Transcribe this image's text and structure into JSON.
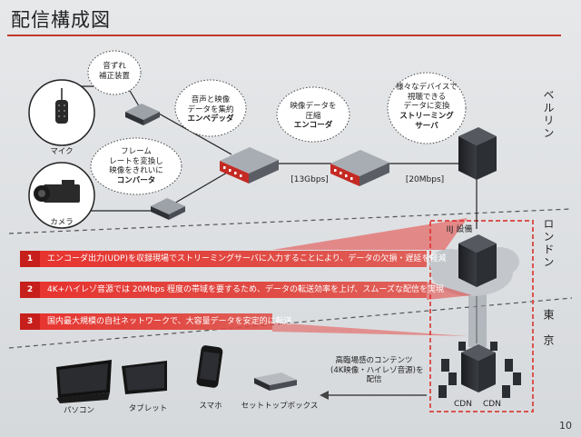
{
  "title": "配信構成図",
  "page_number": "10",
  "cities": {
    "berlin": "ベルリン",
    "london": "ロンドン",
    "tokyo": "東　京"
  },
  "devices": {
    "mic": "マイク",
    "camera": "カメラ",
    "correction": [
      "音ずれ",
      "補正装置"
    ],
    "converter": [
      "フレーム",
      "レートを変換し",
      "映像をきれいに",
      "コンバータ"
    ],
    "embedder": [
      "音声と映像",
      "データを集約",
      "エンベデッダ"
    ],
    "encoder": [
      "映像データを",
      "圧縮",
      "エンコーダ"
    ],
    "streaming": [
      "様々なデバイスで",
      "視聴できる",
      "データに変換",
      "ストリーミング",
      "サーバ"
    ],
    "iij": "IIJ 設備",
    "cdn1": "CDN",
    "cdn2": "CDN"
  },
  "bitrates": {
    "first": "[13Gbps]",
    "second": "[20Mbps]"
  },
  "points": [
    {
      "num": "1",
      "text": "エンコーダ出力(UDP)を収録現場でストリーミングサーバに入力することにより、データの欠損・遅延を軽減"
    },
    {
      "num": "2",
      "text": "4K+ハイレゾ音源では 20Mbps 程度の帯域を要するため、データの転送効率を上げ、スムーズな配信を実現"
    },
    {
      "num": "3",
      "text": "国内最大規模の自社ネットワークで、大容量データを安定的に転送"
    }
  ],
  "delivery": [
    "高臨場感のコンテンツ",
    "(4K映像・ハイレゾ音源)を",
    "配信"
  ],
  "clients": {
    "pc": "パソコン",
    "tablet": "タブレット",
    "smartphone": "スマホ",
    "stb": "セットトップボックス"
  },
  "colors": {
    "accent": "#e8322e",
    "rule": "#c0392b"
  }
}
